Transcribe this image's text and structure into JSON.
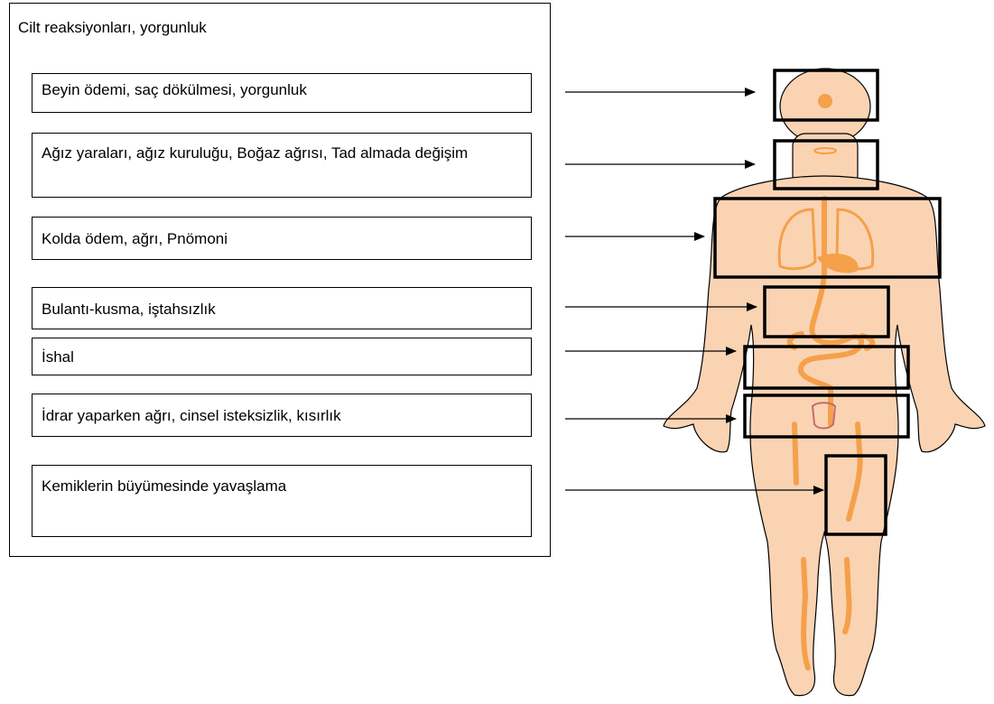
{
  "outer_title": "Cilt reaksiyonları, yorgunluk",
  "labels": [
    "Beyin ödemi, saç dökülmesi, yorgunluk",
    "Ağız yaraları, ağız kuruluğu, Boğaz ağrısı, Tad almada değişim",
    "Kolda ödem, ağrı, Pnömoni",
    "Bulantı-kusma, iştahsızlık",
    "İshal",
    "İdrar yaparken ağrı, cinsel isteksizlik, kısırlık",
    "Kemiklerin büyümesinde yavaşlama"
  ],
  "colors": {
    "skin": "#FAD3B3",
    "skin_outline": "#000000",
    "organ": "#F5A04A",
    "bladder": "#C56B6B",
    "frame": "#000000"
  }
}
